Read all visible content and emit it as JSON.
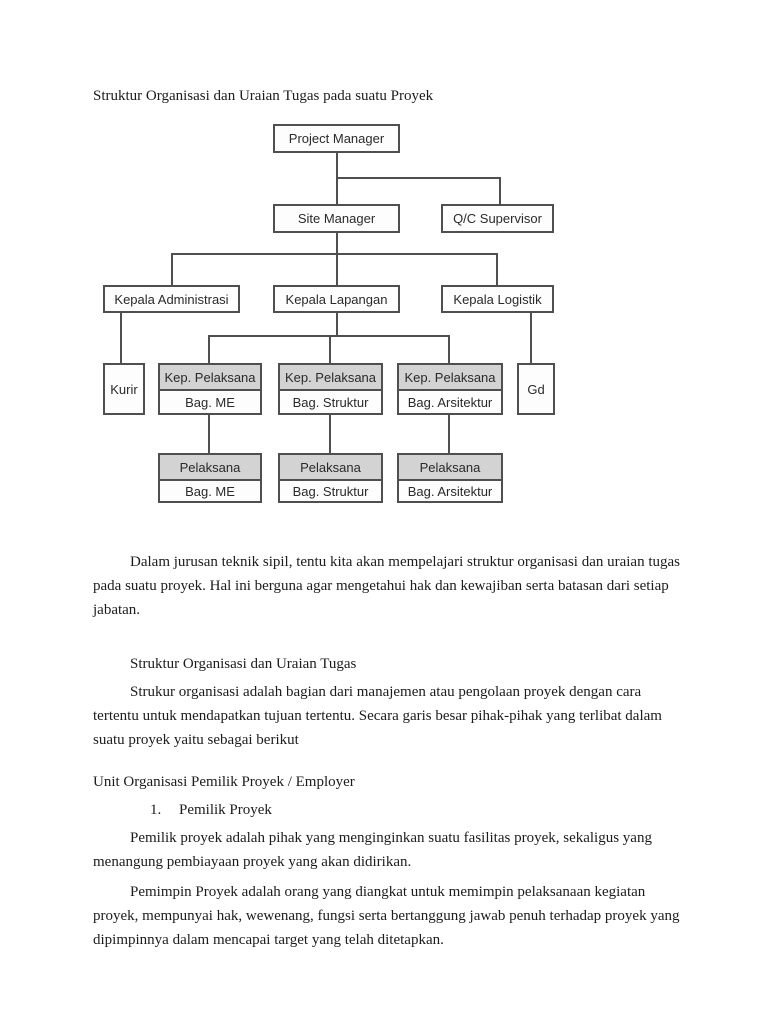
{
  "page": {
    "title": "Struktur Organisasi dan Uraian Tugas pada suatu Proyek"
  },
  "org_chart": {
    "nodes": {
      "project_manager": {
        "label": "Project Manager"
      },
      "site_manager": {
        "label": "Site Manager"
      },
      "qc_supervisor": {
        "label": "Q/C Supervisor"
      },
      "kepala_administrasi": {
        "label": "Kepala Administrasi"
      },
      "kepala_lapangan": {
        "label": "Kepala Lapangan"
      },
      "kepala_logistik": {
        "label": "Kepala Logistik"
      },
      "kurir": {
        "label": "Kurir"
      },
      "kep_pelaksana_me": {
        "title": "Kep. Pelaksana",
        "subtitle": "Bag. ME"
      },
      "kep_pelaksana_struktur": {
        "title": "Kep. Pelaksana",
        "subtitle": "Bag. Struktur"
      },
      "kep_pelaksana_arsitektur": {
        "title": "Kep. Pelaksana",
        "subtitle": "Bag. Arsitektur"
      },
      "gudang": {
        "label": "Gd"
      },
      "pelaksana_me": {
        "title": "Pelaksana",
        "subtitle": "Bag. ME"
      },
      "pelaksana_struktur": {
        "title": "Pelaksana",
        "subtitle": "Bag. Struktur"
      },
      "pelaksana_arsitektur": {
        "title": "Pelaksana",
        "subtitle": "Bag. Arsitektur"
      }
    },
    "colors": {
      "box_border": "#4f4f4f",
      "header_fill": "#d3d3d3",
      "connector": "#4f4f4f"
    }
  },
  "body": {
    "paragraph_intro": "Dalam jurusan teknik sipil, tentu kita akan mempelajari struktur organisasi dan uraian tugas pada suatu proyek. Hal ini berguna agar mengetahui hak dan kewajiban serta batasan dari setiap jabatan.",
    "section_heading": "Struktur Organisasi dan Uraian Tugas",
    "paragraph_definition": "Strukur organisasi adalah bagian dari manajemen atau pengolaan proyek dengan cara tertentu untuk mendapatkan tujuan tertentu. Secara garis besar pihak-pihak yang terlibat dalam suatu proyek yaitu sebagai berikut",
    "unit_heading": "Unit Organisasi Pemilik Proyek / Employer",
    "list_item_number": "1.",
    "list_item_label": "Pemilik Proyek",
    "paragraph_pemilik": "Pemilik proyek adalah pihak yang menginginkan suatu fasilitas proyek, sekaligus yang menangung pembiayaan proyek yang akan didirikan.",
    "paragraph_pemimpin": "Pemimpin Proyek adalah orang yang diangkat untuk memimpin pelaksanaan kegiatan proyek, mempunyai hak, wewenang, fungsi serta bertanggung jawab penuh terhadap proyek yang dipimpinnya dalam mencapai target yang telah ditetapkan."
  }
}
